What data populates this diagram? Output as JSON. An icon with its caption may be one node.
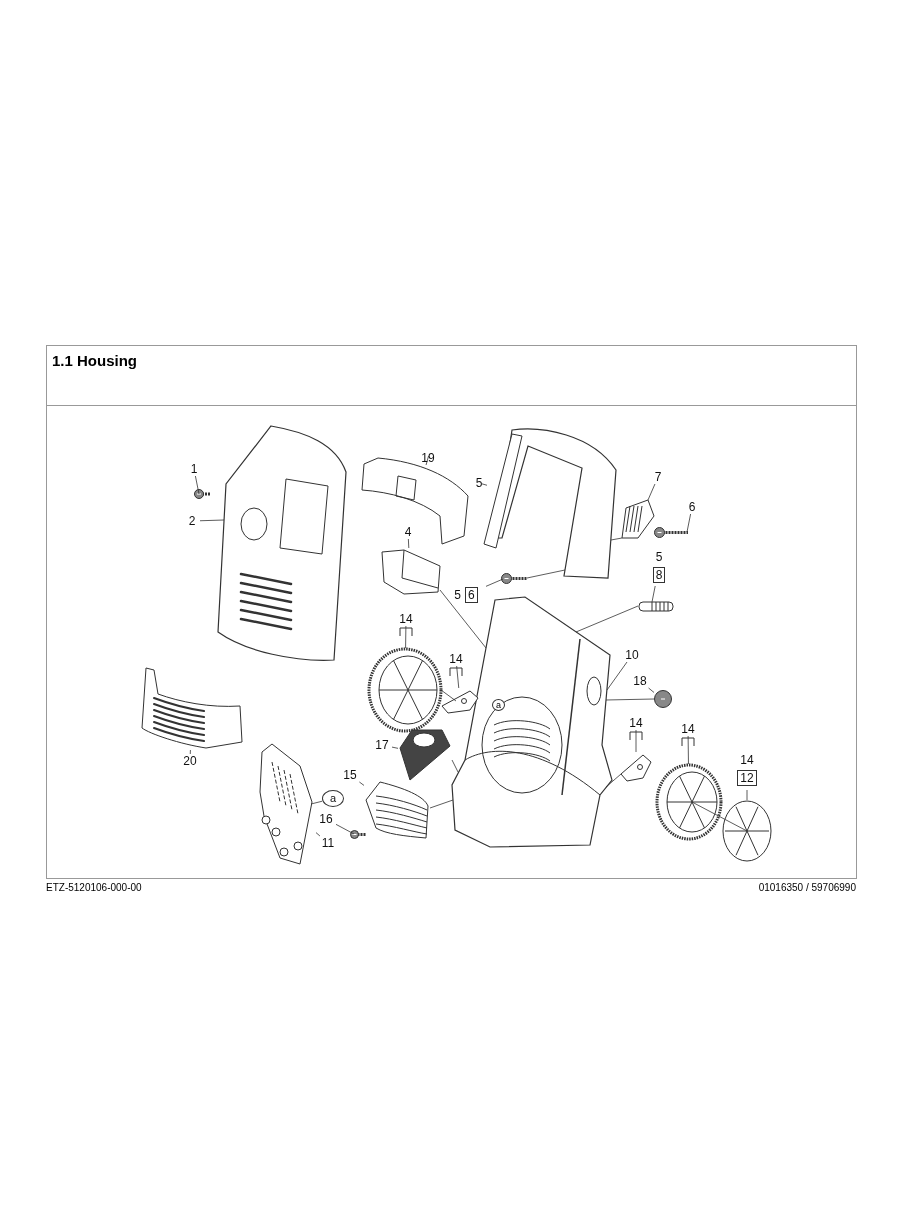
{
  "diagram": {
    "title": "1.1 Housing",
    "nodes": [
      {
        "text": [
          "1"
        ]
      },
      {
        "text": [],
        "shape": "picture"
      },
      {
        "text": [
          "2"
        ]
      },
      {
        "text": [],
        "shape": "picture"
      },
      {
        "text": [
          "19"
        ]
      },
      {
        "text": [],
        "shape": "picture"
      },
      {
        "text": [
          "5"
        ]
      },
      {
        "text": [],
        "shape": "picture"
      },
      {
        "text": [
          "7"
        ]
      },
      {
        "text": [],
        "shape": "picture"
      },
      {
        "text": [
          "6"
        ]
      },
      {
        "text": [],
        "shape": "picture"
      },
      {
        "text": [
          "4"
        ]
      },
      {
        "text": [],
        "shape": "picture"
      },
      {
        "text": [
          "5",
          "6"
        ]
      },
      {
        "text": [],
        "shape": "picture"
      },
      {
        "text": [
          "5",
          "8"
        ]
      },
      {
        "text": [],
        "shape": "picture"
      },
      {
        "text": [
          "14"
        ]
      },
      {
        "text": [],
        "shape": "picture"
      },
      {
        "text": [
          "10"
        ]
      },
      {
        "text": [],
        "shape": "picture"
      },
      {
        "text": [
          "14"
        ]
      },
      {
        "text": [],
        "shape": "picture"
      },
      {
        "text": [
          "18"
        ]
      },
      {
        "text": [],
        "shape": "picture"
      },
      {
        "text": [
          "17"
        ]
      },
      {
        "text": [],
        "shape": "picture"
      },
      {
        "text": [
          "14"
        ]
      },
      {
        "text": [],
        "shape": "picture"
      },
      {
        "text": [
          "14"
        ]
      },
      {
        "text": [],
        "shape": "picture"
      },
      {
        "text": [
          "14",
          "12"
        ]
      },
      {
        "text": [],
        "shape": "picture"
      },
      {
        "text": [
          "15"
        ]
      },
      {
        "text": [],
        "shape": "picture"
      },
      {
        "text": [
          "16"
        ]
      },
      {
        "text": [],
        "shape": "picture"
      },
      {
        "text": [
          "20"
        ]
      },
      {
        "text": [],
        "shape": "picture"
      },
      {
        "text": [
          "a"
        ]
      },
      {
        "text": [],
        "shape": "picture"
      },
      {
        "text": [
          "11"
        ]
      }
    ],
    "edges": [
      {
        "from": 0,
        "to": 1,
        "arrow": "none"
      },
      {
        "from": 2,
        "to": 3,
        "arrow": "none"
      },
      {
        "from": 4,
        "to": 5,
        "arrow": "none"
      },
      {
        "from": 6,
        "to": 7,
        "arrow": "none"
      },
      {
        "from": 8,
        "to": 9,
        "arrow": "none"
      },
      {
        "from": 10,
        "to": 11,
        "arrow": "none"
      },
      {
        "from": 12,
        "to": 13,
        "arrow": "none"
      },
      {
        "from": 14,
        "to": 15,
        "arrow": "none"
      },
      {
        "from": 16,
        "to": 17,
        "arrow": "none"
      },
      {
        "from": 18,
        "to": 19,
        "arrow": "none"
      },
      {
        "from": 20,
        "to": 21,
        "arrow": "none"
      },
      {
        "from": 22,
        "to": 23,
        "arrow": "none"
      },
      {
        "from": 24,
        "to": 25,
        "arrow": "none"
      },
      {
        "from": 26,
        "to": 27,
        "arrow": "none"
      },
      {
        "from": 28,
        "to": 29,
        "arrow": "none"
      },
      {
        "from": 30,
        "to": 31,
        "arrow": "none"
      },
      {
        "from": 32,
        "to": 33,
        "arrow": "none"
      },
      {
        "from": 34,
        "to": 35,
        "arrow": "none"
      },
      {
        "from": 36,
        "to": 37,
        "arrow": "none"
      },
      {
        "from": 38,
        "to": 39,
        "arrow": "none"
      },
      {
        "from": 40,
        "to": 41,
        "arrow": "none"
      },
      {
        "from": 42,
        "to": 41,
        "arrow": "none"
      },
      {
        "from": 13,
        "to": 21,
        "arrow": "none"
      },
      {
        "from": 15,
        "to": 7,
        "arrow": "none"
      },
      {
        "from": 17,
        "to": 21,
        "arrow": "none"
      },
      {
        "from": 9,
        "to": 7,
        "arrow": "none"
      },
      {
        "from": 19,
        "to": 23,
        "arrow": "none"
      },
      {
        "from": 27,
        "to": 21,
        "arrow": "none"
      },
      {
        "from": 35,
        "to": 21,
        "arrow": "none"
      },
      {
        "from": 25,
        "to": 21,
        "arrow": "none"
      },
      {
        "from": 29,
        "to": 21,
        "arrow": "none"
      },
      {
        "from": 31,
        "to": 33,
        "arrow": "none"
      }
    ],
    "labels": [
      "a",
      "ETZ-5120106-000-00",
      "01016350 / 59706990"
    ]
  }
}
